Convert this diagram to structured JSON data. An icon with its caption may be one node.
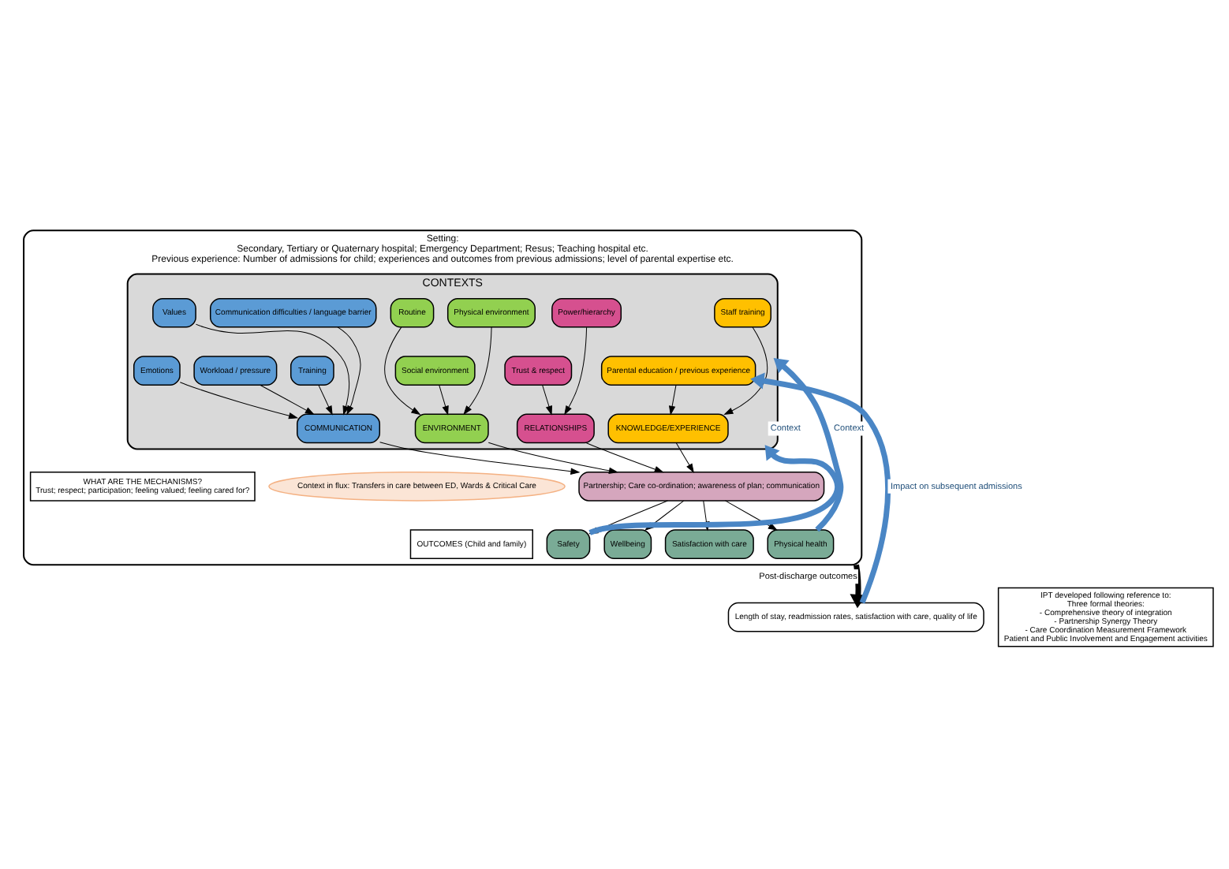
{
  "diagram": {
    "nodes": [
      {
        "text": [
          "Setting:",
          "Secondary, Tertiary or Quaternary hospital; Emergency Department; Resus; Teaching hospital etc.",
          "Previous experience: Number of admissions for child; experiences and outcomes from previous admissions; level of parental expertise etc."
        ]
      },
      {
        "text": [
          "CONTEXTS"
        ],
        "in": 0
      },
      {
        "text": [
          "Communication difficulties / language barrier"
        ],
        "in": 1
      },
      {
        "text": [
          "Values"
        ],
        "in": 1
      },
      {
        "text": [
          "Training"
        ],
        "in": 1
      },
      {
        "text": [
          "Workload / pressure"
        ],
        "in": 1
      },
      {
        "text": [
          "Emotions"
        ],
        "in": 1
      },
      {
        "text": [
          "COMMUNICATION"
        ],
        "in": 1
      },
      {
        "text": [
          "Routine"
        ],
        "in": 1
      },
      {
        "text": [
          "Physical environment"
        ],
        "in": 1
      },
      {
        "text": [
          "Social environment"
        ],
        "in": 1
      },
      {
        "text": [
          "ENVIRONMENT"
        ],
        "in": 1
      },
      {
        "text": [
          "Power/hierarchy"
        ],
        "in": 1
      },
      {
        "text": [
          "Trust & respect"
        ],
        "in": 1
      },
      {
        "text": [
          "RELATIONSHIPS"
        ],
        "in": 1
      },
      {
        "text": [
          "Staff training"
        ],
        "in": 1
      },
      {
        "text": [
          "Parental education / previous experience"
        ],
        "in": 1
      },
      {
        "text": [
          "KNOWLEDGE/EXPERIENCE"
        ],
        "in": 1
      },
      {
        "text": [
          "Partnership; Care co-ordination; awareness of plan; communication"
        ],
        "in": 0
      },
      {
        "text": [
          "Context in flux: Transfers in care between ED, Wards & Critical Care"
        ],
        "in": 0
      },
      {
        "text": [
          "WHAT ARE THE MECHANISMS?",
          "Trust; respect; participation; feeling valued; feeling cared for?"
        ],
        "in": 0
      },
      {
        "text": [
          "OUTCOMES (Child and family)"
        ],
        "in": 0
      },
      {
        "text": [
          "Safety"
        ],
        "in": 0
      },
      {
        "text": [
          "Wellbeing"
        ],
        "in": 0
      },
      {
        "text": [
          "Satisfaction with care"
        ],
        "in": 0
      },
      {
        "text": [
          "Physical health"
        ],
        "in": 0
      },
      {
        "text": [
          "Length of stay, readmission rates, satisfaction with care, quality of life"
        ]
      },
      {
        "text": [
          "IPT developed following reference to:",
          "Three formal theories:",
          "- Comprehensive theory of integration",
          "- Partnership Synergy Theory",
          "- Care Coordination Measurement Framework",
          "Patient and Public Involvement and Engagement activities"
        ]
      }
    ],
    "edges": [
      {
        "from": 2,
        "to": 7,
        "arrow": "to"
      },
      {
        "from": 3,
        "to": 7,
        "arrow": "to"
      },
      {
        "from": 4,
        "to": 7,
        "arrow": "to"
      },
      {
        "from": 5,
        "to": 7,
        "arrow": "to"
      },
      {
        "from": 6,
        "to": 7,
        "arrow": "to"
      },
      {
        "from": 8,
        "to": 11,
        "arrow": "to"
      },
      {
        "from": 9,
        "to": 11,
        "arrow": "to"
      },
      {
        "from": 10,
        "to": 11,
        "arrow": "to"
      },
      {
        "from": 12,
        "to": 14,
        "arrow": "to"
      },
      {
        "from": 13,
        "to": 14,
        "arrow": "to"
      },
      {
        "from": 15,
        "to": 17,
        "arrow": "to"
      },
      {
        "from": 16,
        "to": 17,
        "arrow": "to"
      },
      {
        "from": 7,
        "to": 18,
        "arrow": "to"
      },
      {
        "from": 11,
        "to": 18,
        "arrow": "to"
      },
      {
        "from": 14,
        "to": 18,
        "arrow": "to"
      },
      {
        "from": 17,
        "to": 18,
        "arrow": "to"
      },
      {
        "from": 18,
        "to": 22,
        "arrow": "to"
      },
      {
        "from": 18,
        "to": 23,
        "arrow": "to"
      },
      {
        "from": 18,
        "to": 24,
        "arrow": "to"
      },
      {
        "from": 18,
        "to": 25,
        "arrow": "to"
      },
      {
        "from": 0,
        "to": 26,
        "label": "Post-discharge outcomes",
        "arrow": "to",
        "style": "thick"
      },
      {
        "from": 22,
        "to": 1,
        "label": "Context",
        "arrow": "to",
        "style": "thick",
        "color": "#4a86c5"
      },
      {
        "from": 25,
        "to": 1,
        "label": "Context",
        "arrow": "to",
        "style": "thick",
        "color": "#4a86c5"
      },
      {
        "from": 26,
        "to": 16,
        "label": "Impact on subsequent admissions",
        "arrow": "to",
        "style": "thick",
        "color": "#4a86c5"
      }
    ]
  }
}
